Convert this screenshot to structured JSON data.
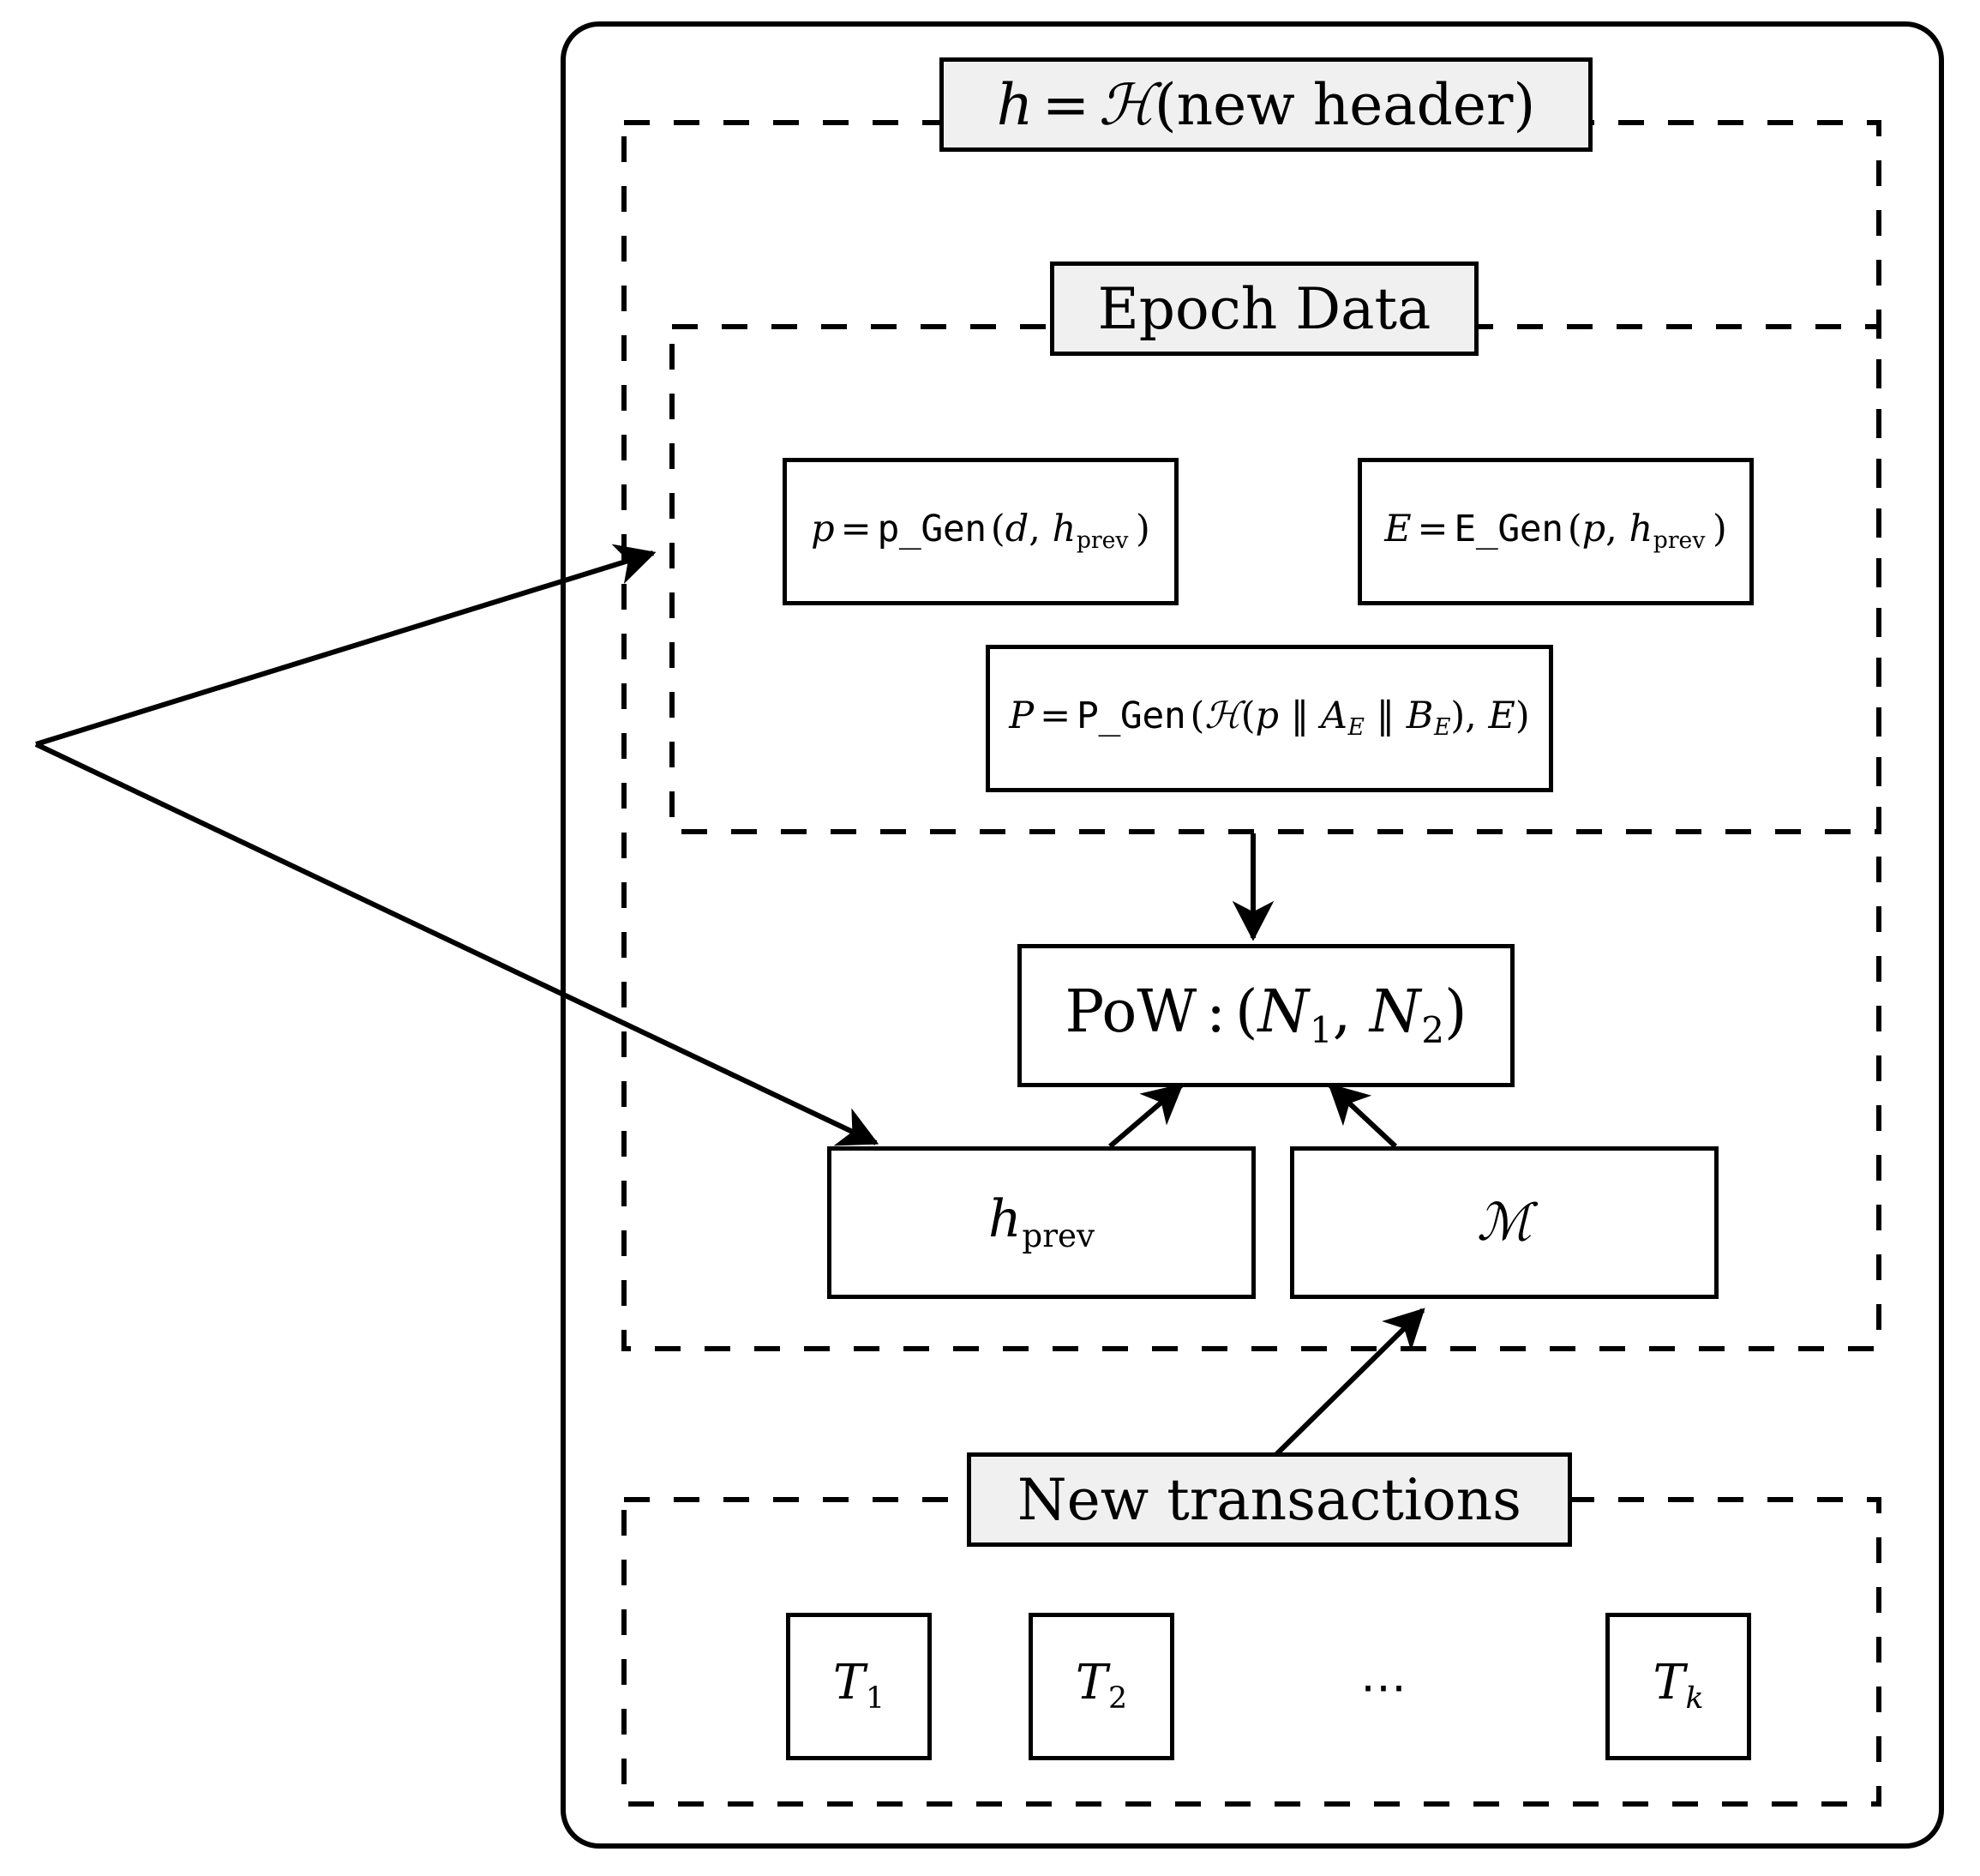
{
  "diagram": {
    "title_label": "h = H(new header)",
    "outer_container_name": "block-container",
    "sections": {
      "header": {
        "label": "h = ℋ(new header)"
      },
      "epoch": {
        "label": "Epoch Data"
      },
      "transactions": {
        "label": "New transactions"
      }
    },
    "nodes": {
      "p_gen": {
        "text": "p = p_Gen (d, h_prev)"
      },
      "e_gen": {
        "text": "E = E_Gen (p, h_prev)"
      },
      "p_cap_gen": {
        "text": "P = P_Gen (ℋ(p ‖ A_E ‖ B_E), E)"
      },
      "pow": {
        "text": "PoW : (N₁, N₂)"
      },
      "h_prev": {
        "text": "h_prev"
      },
      "merkle": {
        "text": "ℳ"
      },
      "tx1": {
        "text": "T₁"
      },
      "tx2": {
        "text": "T₂"
      },
      "tx_dots": {
        "text": "⋯"
      },
      "txk": {
        "text": "T_k"
      }
    },
    "symbols": {
      "hash_fn": "ℋ",
      "merkle_root": "ℳ",
      "concat": "‖",
      "subscript_prev": "prev",
      "subscript_E": "E",
      "subscript_k": "k",
      "nonce_1": "1",
      "nonce_2": "2",
      "equals": "=",
      "colon": ":"
    },
    "edges": [
      {
        "name": "fanout-to-epoch-data",
        "from": "external-fan-point",
        "to": "epoch-data-boundary"
      },
      {
        "name": "fanout-to-h-prev",
        "from": "external-fan-point",
        "to": "h_prev"
      },
      {
        "name": "epoch-to-pow",
        "from": "epoch-data",
        "to": "pow"
      },
      {
        "name": "h-prev-to-pow",
        "from": "h_prev",
        "to": "pow"
      },
      {
        "name": "merkle-to-pow",
        "from": "merkle",
        "to": "pow"
      },
      {
        "name": "transactions-to-merkle",
        "from": "new-transactions",
        "to": "merkle"
      }
    ],
    "colors": {
      "stroke": "#000000",
      "label_fill": "#f0f0f0",
      "node_fill": "#ffffff",
      "background": "#ffffff"
    }
  }
}
